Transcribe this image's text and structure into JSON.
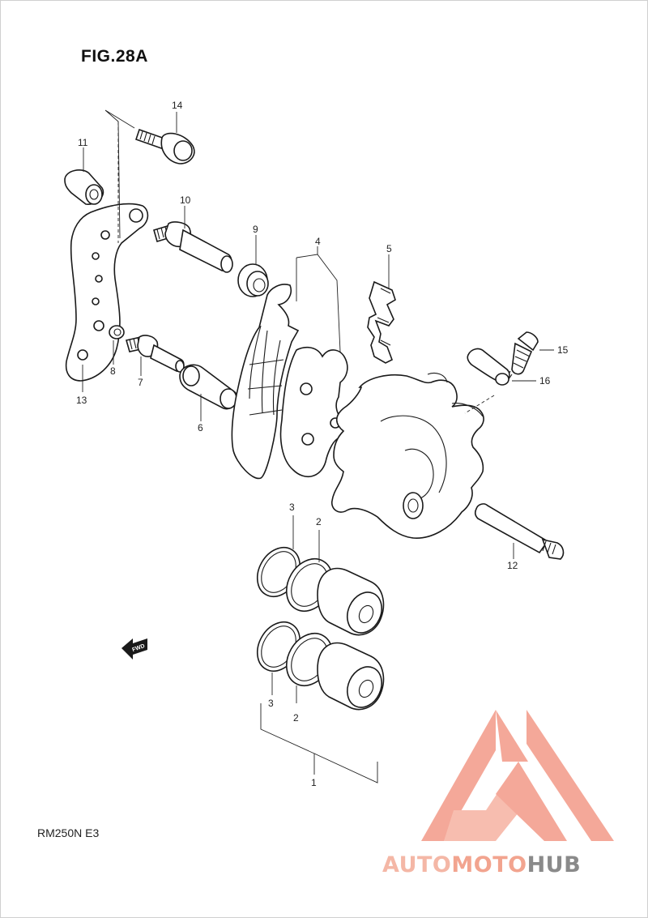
{
  "figure": {
    "title": "FIG.28A",
    "model_code": "RM250N E3"
  },
  "parts": [
    {
      "ref": "1"
    },
    {
      "ref": "2"
    },
    {
      "ref": "2"
    },
    {
      "ref": "3"
    },
    {
      "ref": "3"
    },
    {
      "ref": "4"
    },
    {
      "ref": "5"
    },
    {
      "ref": "6"
    },
    {
      "ref": "7"
    },
    {
      "ref": "8"
    },
    {
      "ref": "9"
    },
    {
      "ref": "10"
    },
    {
      "ref": "11"
    },
    {
      "ref": "12"
    },
    {
      "ref": "13"
    },
    {
      "ref": "14"
    },
    {
      "ref": "15"
    },
    {
      "ref": "16"
    }
  ],
  "direction_arrow": {
    "label": "FWD"
  },
  "watermark": {
    "part1": "AUTO",
    "part2": "MOTO",
    "part3": "HUB",
    "colors": {
      "light": "#f4b7a6",
      "mid": "#f2a48f",
      "gray": "#8a8a8a",
      "logo": "#f08a78"
    }
  }
}
